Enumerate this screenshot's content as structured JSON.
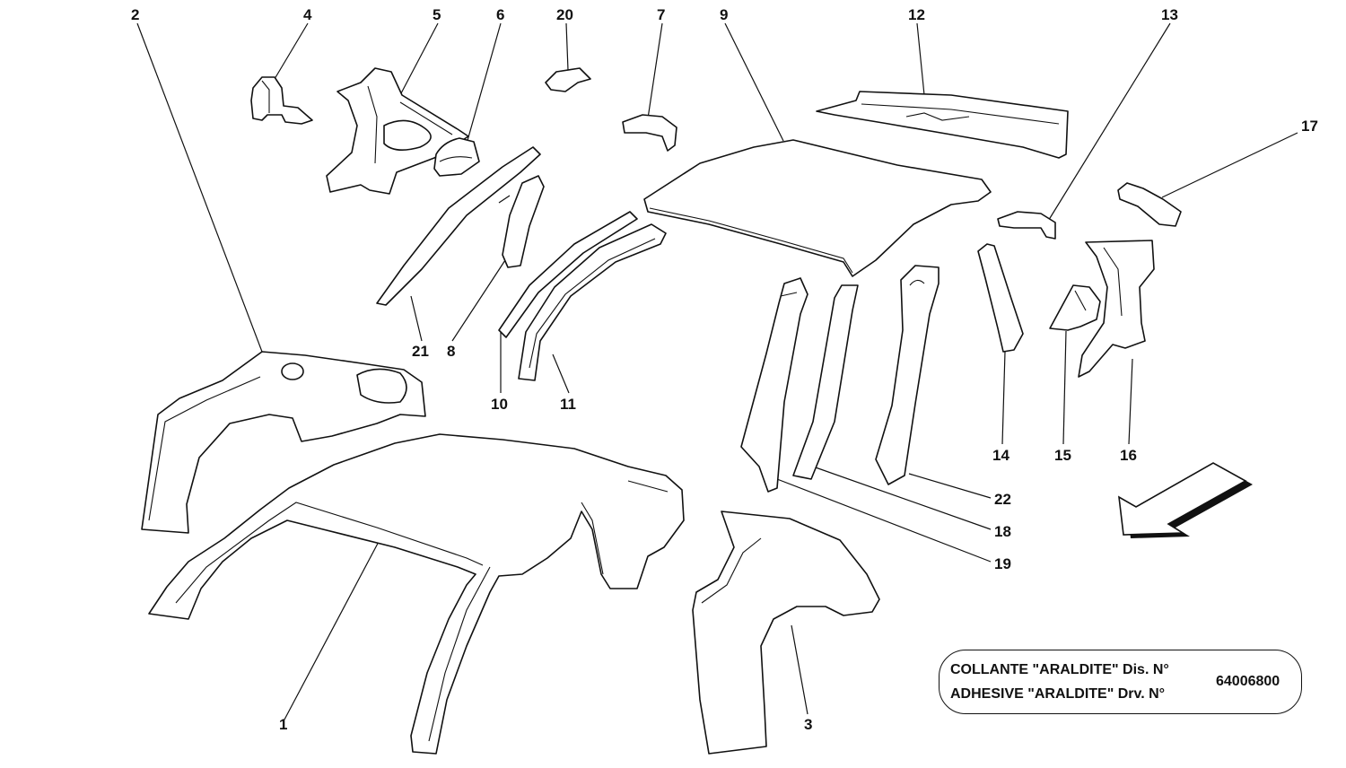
{
  "diagram": {
    "callouts": {
      "c1": "1",
      "c2": "2",
      "c3": "3",
      "c4": "4",
      "c5": "5",
      "c6": "6",
      "c7": "7",
      "c8": "8",
      "c9": "9",
      "c10": "10",
      "c11": "11",
      "c12": "12",
      "c13": "13",
      "c14": "14",
      "c15": "15",
      "c16": "16",
      "c17": "17",
      "c18": "18",
      "c19": "19",
      "c20": "20",
      "c21": "21",
      "c22": "22"
    },
    "note": {
      "line1": "COLLANTE \"ARALDITE\" Dis. N°",
      "line2": "ADHESIVE \"ARALDITE\" Drv. N°",
      "code": "64006800"
    },
    "direction_arrow_icon": "arrow-down-left-icon"
  }
}
